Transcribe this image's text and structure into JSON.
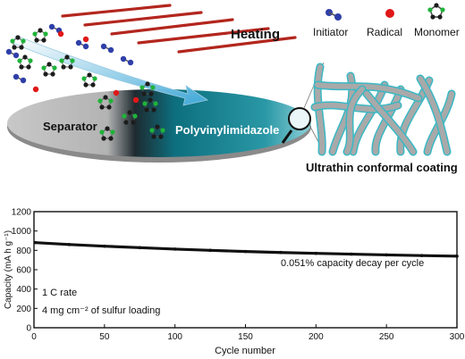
{
  "schematic": {
    "heating_label": "Heating",
    "legend": [
      {
        "name": "initiator",
        "label": "Initiator"
      },
      {
        "name": "radical",
        "label": "Radical"
      },
      {
        "name": "monomer",
        "label": "Monomer"
      }
    ],
    "separator_label": "Separator",
    "coating_label": "Polyvinylimidazole",
    "inset_caption": "Ultrathin conformal coating",
    "colors": {
      "heater_bar": "#b3261e",
      "initiator": "#2f3fa8",
      "radical": "#e01818",
      "monomer_carbon": "#1c1c1c",
      "monomer_nitrogen": "#1fb33a",
      "separator": "#b8b8b8",
      "coating": "#1a7d8c",
      "fiber": "#a9a9a9",
      "fiber_coat": "#3ab8c4"
    }
  },
  "chart_data": {
    "type": "line",
    "xlabel": "Cycle number",
    "ylabel": "Capacity (mA h g⁻¹)",
    "xlim": [
      0,
      300
    ],
    "ylim": [
      0,
      1200
    ],
    "x_ticks": [
      "0",
      "50",
      "100",
      "150",
      "200",
      "250",
      "300"
    ],
    "y_ticks": [
      "0",
      "200",
      "400",
      "600",
      "800",
      "1000",
      "1200"
    ],
    "series": [
      {
        "x": [
          1,
          25,
          50,
          75,
          100,
          125,
          150,
          175,
          200,
          225,
          250,
          275,
          300
        ],
        "values": [
          880,
          860,
          843,
          828,
          813,
          800,
          788,
          778,
          769,
          761,
          753,
          746,
          740
        ]
      }
    ],
    "annotations": [
      "0.051% capacity decay per cycle",
      "1 C rate",
      "4 mg cm⁻² of sulfur loading"
    ],
    "grid": false,
    "line_color": "#111111"
  }
}
